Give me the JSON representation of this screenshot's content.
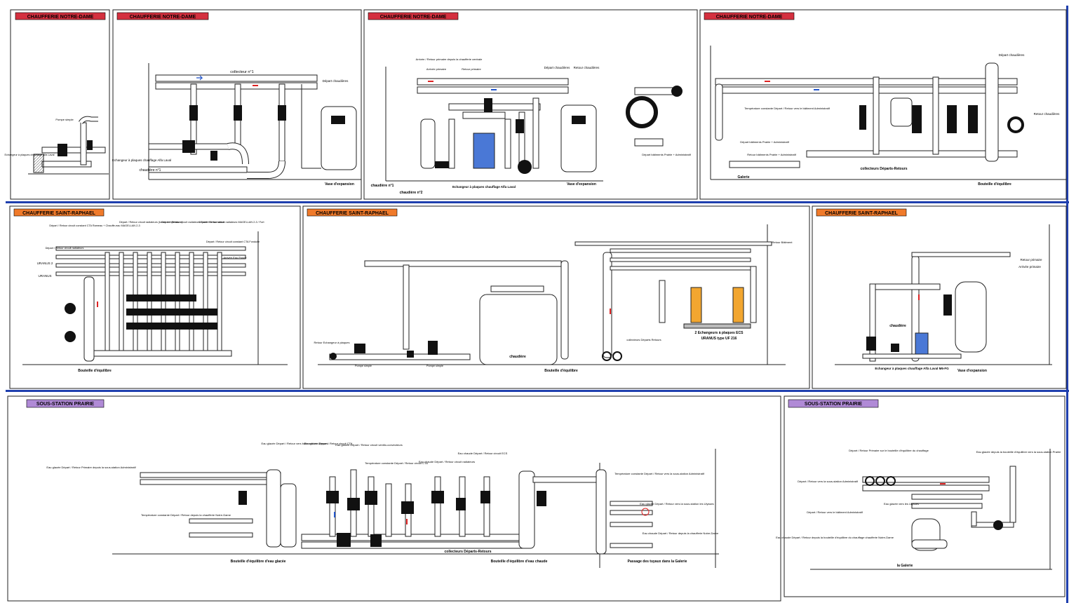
{
  "colors": {
    "separator": "#1f3fae",
    "tag_notre_dame": "#d4303f",
    "tag_saint_raphael": "#f07a2a",
    "tag_prairie": "#b08ad6",
    "exchanger_blue": "#4a78d6",
    "exchanger_orange": "#f2a630",
    "supply_arrow": "#d22",
    "return_arrow": "#2255cc"
  },
  "sections": {
    "notre_dame": "CHAUFFERIE NOTRE-DAME",
    "saint_raphael": "CHAUFFERIE SAINT-RAPHAEL",
    "prairie": "SOUS-STATION PRAIRIE"
  },
  "p1": {
    "pump": "Pompe simple",
    "echangeur": "Echangeur à plaques chauffage Alfa Laval"
  },
  "p2": {
    "collecteur": "collecteur n°1",
    "depart": "Départ chaudières",
    "echangeur": "Echangeur à plaques chauffage Alfa Laval",
    "chaudiere": "chaudière n°1",
    "vase": "Vase d'expansion"
  },
  "p3": {
    "note_top": "Arrivée / Retour primaire depuis la chaufferie centrale",
    "arrivee": "Arrivée primaire",
    "retour_primaire": "Retour primaire",
    "depart_chaudieres": "Départ chaudières",
    "retour_chaudieres": "Retour chaudières",
    "chaudiere1": "chaudière n°1",
    "chaudiere2": "chaudière n°2",
    "echangeur": "Echangeur à plaques chauffage Alfa Laval",
    "vase": "Vase d'expansion",
    "depart_btiments": "Départ bâtiments Prairie + Administratif"
  },
  "p4": {
    "temp_note": "Température constante Départ / Retour vers le bâtiment Administratif",
    "depart_bat": "Départ bâtiments Prairie + Administratif",
    "retour_bat": "Retour bâtiments Prairie + Administratif",
    "collecteurs": "collecteurs Départs-Retours",
    "galerie": "Galerie",
    "depart_chaudieres": "Départ chaudières",
    "retour_chaudieres": "Retour chaudières",
    "bouteille": "Bouteille d'équilibre"
  },
  "p5": {
    "l1": "Départ / Retour circuit constant CTA Rameau + Chauffe-eau MAGELLAN 2-3",
    "l2": "Départ / Retour circuit radiateurs (basse température)",
    "l3": "Départ / Retour circuit radiateurs Centre de formation",
    "l4": "Départ / Retour circuit radiateurs MAGELLAN 2-3 / Fort",
    "l5": "Départ / Retour circuit constant CTA Fonduite",
    "l6": "Départ / Retour circuit radiateurs",
    "uranus2": "URANUS 2",
    "uranus": "URANUS",
    "arrivee": "Arrivée Eau Froide",
    "bouteille": "Bouteille d'équilibre"
  },
  "p6": {
    "retour_top": "Retour Bâtiment",
    "retour_ech": "Retour Echangeur à plaques",
    "chaudiere": "chaudière",
    "bouteille": "Bouteille d'équilibre",
    "echangeurs": "2 Echangeurs à plaques ECS",
    "uranus": "URANUS type UF 216",
    "collecteurs": "collecteurs Départs Retours",
    "pompe1": "Pompe simple",
    "pompe2": "Pompe simple"
  },
  "p7": {
    "retour_prim": "Retour primaire",
    "arrivee_prim": "Arrivée primaire",
    "chaudiere": "chaudière",
    "echangeur": "Echangeur à plaques chauffage Alfa Laval M6-FG",
    "vase": "Vase d'expansion"
  },
  "p8": {
    "note_left": "Eau glacée Départ / Retour Primaire depuis la sous-station Administratif",
    "temp": "Température constante Départ / Retour depuis la chaufferie Notre-Dame",
    "bouteille_glacee": "Bouteille d'équilibre d'eau glacée",
    "bouteille_chaude": "Bouteille d'équilibre d'eau chaude",
    "collecteurs": "collecteurs Départs-Retours",
    "passage": "Passage des tuyaux dans la Galerie",
    "eau_glacee": "Eau glacée Départ / Retour vers la sous-station les Ulysses",
    "eau_chaude": "Eau chaude Départ / Retour depuis la chaufferie Notre-Dame",
    "temp_right": "Température constante Départ / Retour vers la sous-station Administratif",
    "ctas": "Eau glacée Départ / Retour circuit CTA",
    "ventilo": "Eau glacée Départ / Retour circuit ventilo-convecteurs",
    "cta": "Température constante Départ / Retour circuit CTA",
    "radiateurs": "Eau chaude Départ / Retour circuit radiateurs",
    "ecs": "Eau chaude Départ / Retour circuit ECS",
    "ulysses": "Eau glacée Départ / Retour vers bâtiment les Ulysses"
  },
  "p9": {
    "primaire": "Départ / Retour Primaire sur le bouteille d'équilibre du chauffage",
    "admin": "Départ / Retour vers la sous-station Administratif",
    "fonctionnement": "Départ / Retour vers le bâtiment Administratif",
    "glacee_vers": "Eau glacée vers les Ulysses",
    "chaude": "Eau chaude Départ / Retour depuis la bouteille d'équilibre du chauffage chaufferie Notre-Dame",
    "eau_glacee_top": "Eau glacée depuis la bouteille d'équilibre vers la sous-station Prairie",
    "galerie": "la Galerie"
  }
}
